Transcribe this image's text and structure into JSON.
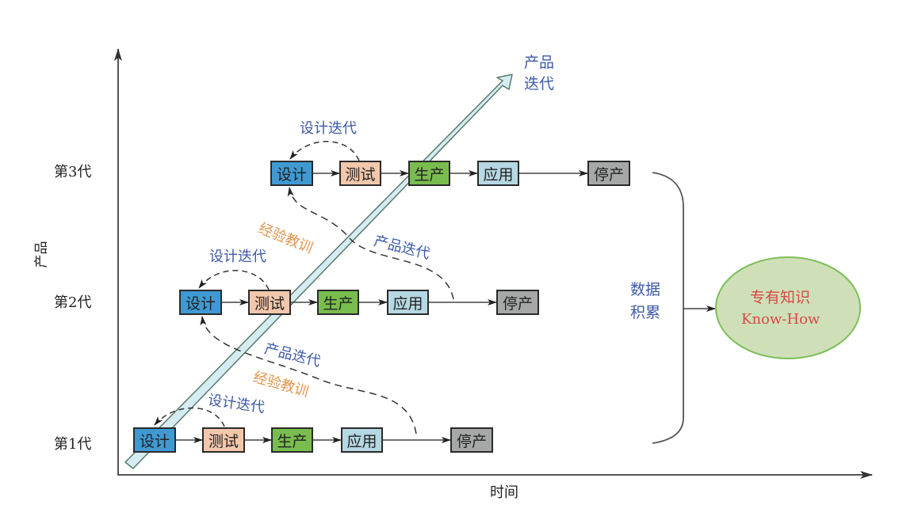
{
  "axes": {
    "y_label": "产品",
    "x_label": "时间",
    "generations": [
      "第3代",
      "第2代",
      "第1代"
    ]
  },
  "stages": [
    "设计",
    "测试",
    "生产",
    "应用",
    "停产"
  ],
  "stage_colors": {
    "设计": "#3f9ad3",
    "测试": "#f2c7ab",
    "生产": "#79bd4e",
    "应用": "#b5d8e2",
    "停产": "#a6a8a8"
  },
  "annotations": {
    "design_iteration": "设计迭代",
    "product_iteration": "产品迭代",
    "lessons_learned": "经验教训",
    "big_arrow_line1": "产品",
    "big_arrow_line2": "迭代",
    "data_accum_line1": "数据",
    "data_accum_line2": "积累"
  },
  "knowhow": {
    "line1": "专有知识",
    "line2": "Know-How",
    "fill": "#cfe0b8",
    "stroke": "#7cc05a",
    "text_color": "#d94848"
  },
  "colors": {
    "axis": "#555555",
    "big_arrow_fill": "#d6ecf3",
    "big_arrow_stroke": "#5a7a6a",
    "blue_text": "#3d5aa8",
    "orange_text": "#e2954d"
  }
}
